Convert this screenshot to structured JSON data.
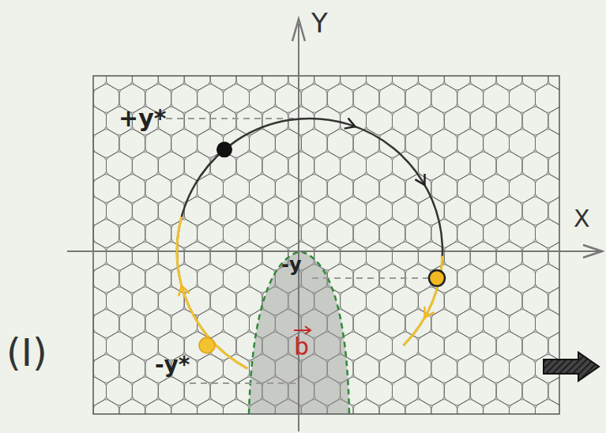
{
  "diagram": {
    "labels": [
      "Y",
      "X",
      "+y*",
      "-y",
      "-y*",
      "b",
      "(I)"
    ]
  }
}
